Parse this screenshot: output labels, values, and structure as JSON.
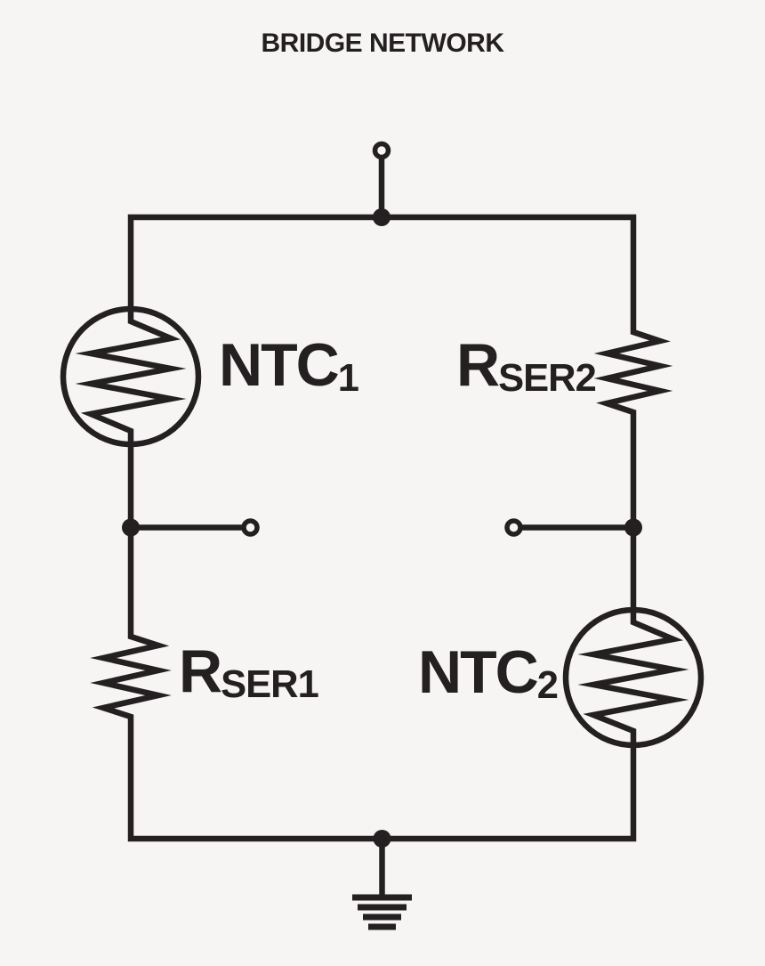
{
  "title": "BRIDGE NETWORK",
  "colors": {
    "ink": "#242021",
    "background": "#f6f5f4"
  },
  "components": [
    {
      "id": "ntc1",
      "type": "thermistor",
      "label_main": "NTC",
      "label_sub": "1",
      "position": "top-left-branch"
    },
    {
      "id": "rser2",
      "type": "resistor",
      "label_main": "R",
      "label_sub": "SER2",
      "position": "top-right-branch"
    },
    {
      "id": "rser1",
      "type": "resistor",
      "label_main": "R",
      "label_sub": "SER1",
      "position": "bottom-left-branch"
    },
    {
      "id": "ntc2",
      "type": "thermistor",
      "label_main": "NTC",
      "label_sub": "2",
      "position": "bottom-right-branch"
    }
  ],
  "icons": {
    "thermistor": "thermistor-circle-zigzag-icon",
    "resistor": "resistor-zigzag-icon",
    "ground": "ground-icon",
    "open_terminal": "open-terminal-node-icon",
    "junction": "junction-dot-icon"
  }
}
